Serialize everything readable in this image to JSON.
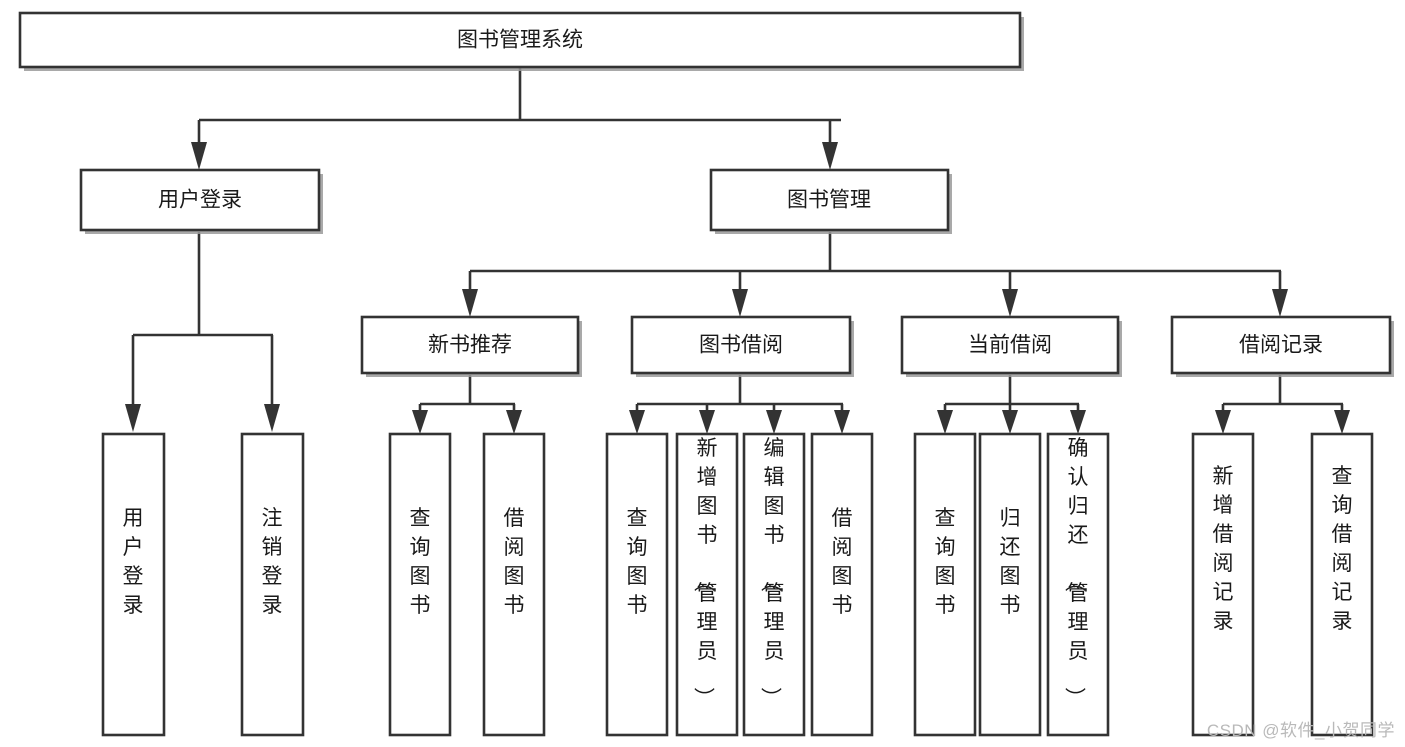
{
  "diagram": {
    "type": "tree",
    "title": "图书管理系统",
    "watermark": "CSDN @软件_小贺同学",
    "orientation": "top-down",
    "colors": {
      "box_stroke": "#333333",
      "box_fill": "#ffffff",
      "text": "#1a1a1a",
      "watermark": "#b9b9b9"
    },
    "levels": {
      "root": {
        "label": "图书管理系统"
      },
      "level2": [
        {
          "label": "用户登录"
        },
        {
          "label": "图书管理"
        }
      ],
      "level3": [
        {
          "label": "新书推荐"
        },
        {
          "label": "图书借阅"
        },
        {
          "label": "当前借阅"
        },
        {
          "label": "借阅记录"
        }
      ],
      "leaves_user_login": [
        {
          "label": "用户登录"
        },
        {
          "label": "注销登录"
        }
      ],
      "leaves_new_book": [
        {
          "label": "查询图书"
        },
        {
          "label": "借阅图书"
        }
      ],
      "leaves_borrow": [
        {
          "label": "查询图书"
        },
        {
          "label": "新增图书（管理员）"
        },
        {
          "label": "编辑图书（管理员）"
        },
        {
          "label": "借阅图书"
        }
      ],
      "leaves_current": [
        {
          "label": "查询图书"
        },
        {
          "label": "归还图书"
        },
        {
          "label": "确认归还（管理员）"
        }
      ],
      "leaves_record": [
        {
          "label": "新增借阅记录"
        },
        {
          "label": "查询借阅记录"
        }
      ]
    }
  }
}
